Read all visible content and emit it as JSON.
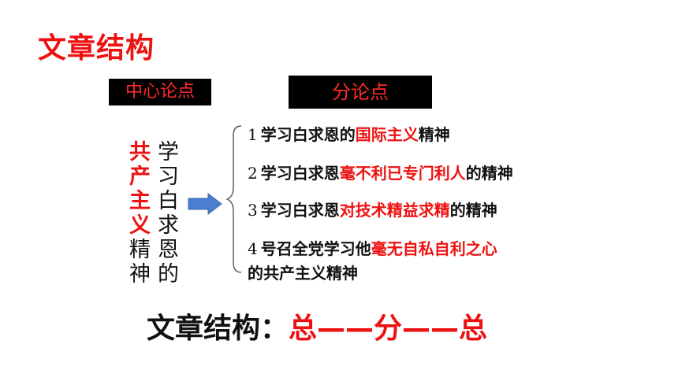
{
  "title": "文章结构",
  "central_box_label": "中心论点",
  "sub_box_label": "分论点",
  "central_red": [
    "共",
    "产",
    "主",
    "义"
  ],
  "central_black": [
    "精",
    "神"
  ],
  "central_black2": [
    "学",
    "习",
    "白",
    "求",
    "恩",
    "的"
  ],
  "items": [
    {
      "num": "1",
      "pre": "学习白求恩的",
      "hl": "国际主义",
      "post": "精神"
    },
    {
      "num": "2",
      "pre": "学习白求恩",
      "hl": "毫不利已专门利人",
      "post": "的精神"
    },
    {
      "num": "3",
      "pre": "学习白求恩",
      "hl": "对技术精益求精",
      "post": "的精神"
    },
    {
      "num": "4",
      "pre": "号召全党学习他",
      "hl": "毫无自私自利之心",
      "post": "",
      "line2": "的共产主义精神"
    }
  ],
  "summary": {
    "label": "文章结构：",
    "a": "总",
    "dash1": "——",
    "b": "分",
    "dash2": "——",
    "c": "总"
  },
  "colors": {
    "accent": "#ee1111",
    "box_bg": "#000000",
    "arrow": "#4a7fd0"
  },
  "icons": {
    "arrow": "right-arrow-icon",
    "brace": "left-brace-icon"
  }
}
